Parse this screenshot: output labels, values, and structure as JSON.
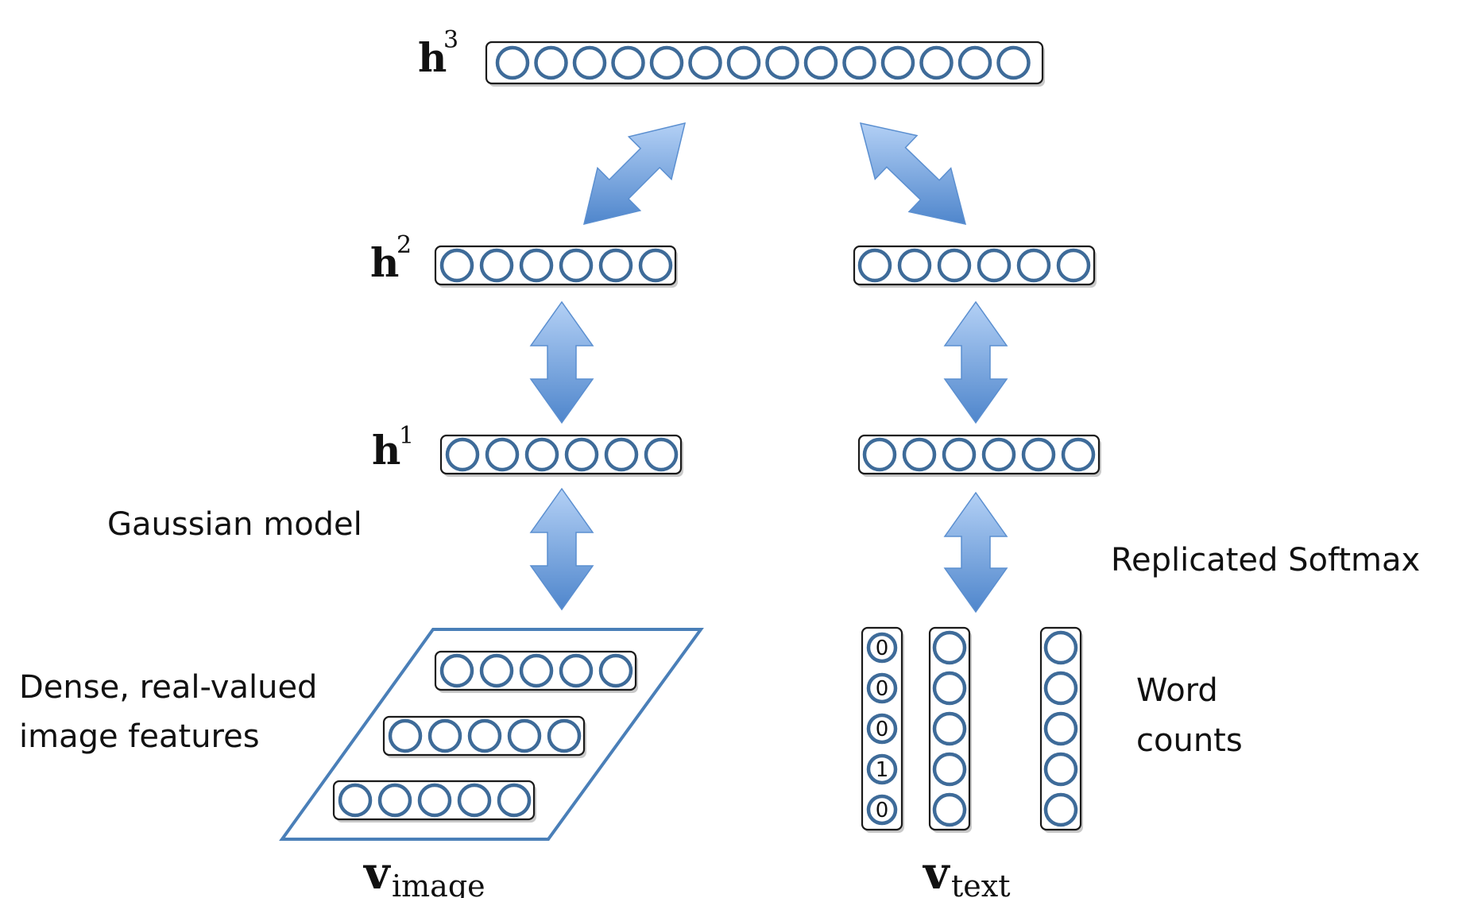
{
  "layers": {
    "h3": {
      "symbol": "h",
      "superscript": "3"
    },
    "h2": {
      "symbol": "h",
      "superscript": "2"
    },
    "h1": {
      "symbol": "h",
      "superscript": "1"
    }
  },
  "inputs": {
    "image": {
      "symbol": "v",
      "subscript": "image"
    },
    "text": {
      "symbol": "v",
      "subscript": "text"
    }
  },
  "labels": {
    "gaussian_model": "Gaussian model",
    "replicated_softmax": "Replicated Softmax",
    "dense_features": [
      "Dense, real-valued",
      "image features"
    ],
    "word_counts": [
      "Word",
      "counts"
    ]
  },
  "word_count_vector": [
    "0",
    "0",
    "0",
    "1",
    "0"
  ],
  "colors": {
    "unit_stroke": "#3e6b99",
    "arrow_light": "#b3d0f5",
    "arrow_dark": "#4f86cc",
    "plate_stroke": "#4a7fb8"
  }
}
